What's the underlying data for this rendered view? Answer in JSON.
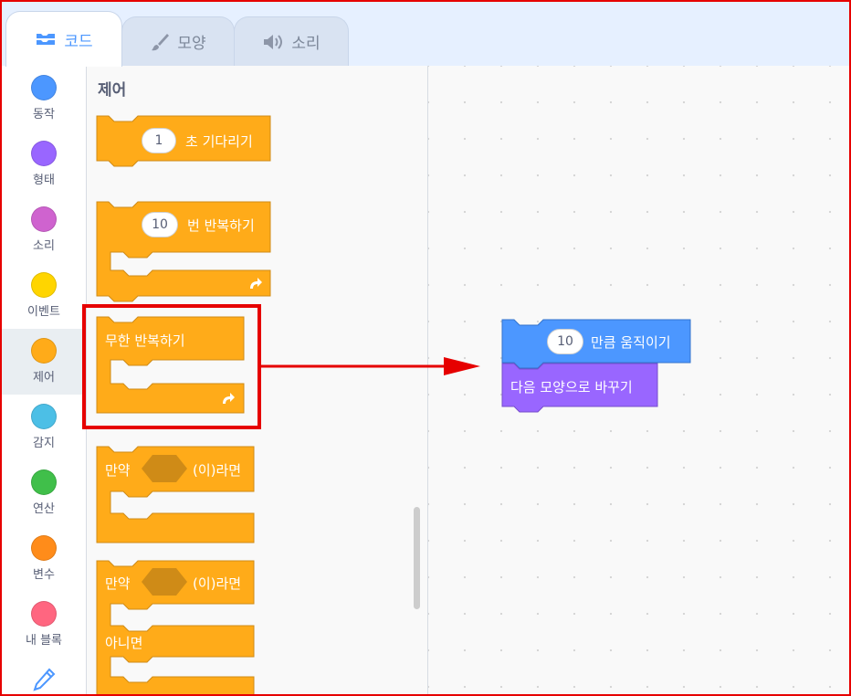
{
  "tabs": [
    {
      "label": "코드",
      "icon": "code-icon",
      "active": true
    },
    {
      "label": "모양",
      "icon": "brush-icon",
      "active": false
    },
    {
      "label": "소리",
      "icon": "speaker-icon",
      "active": false
    }
  ],
  "categories": [
    {
      "label": "동작",
      "color": "#4c97ff"
    },
    {
      "label": "형태",
      "color": "#9966ff"
    },
    {
      "label": "소리",
      "color": "#cf63cf"
    },
    {
      "label": "이벤트",
      "color": "#ffd500"
    },
    {
      "label": "제어",
      "color": "#ffab19",
      "active": true
    },
    {
      "label": "감지",
      "color": "#4cbfe6"
    },
    {
      "label": "연산",
      "color": "#40bf4a"
    },
    {
      "label": "변수",
      "color": "#ff8c1a"
    },
    {
      "label": "내 블록",
      "color": "#ff6680"
    }
  ],
  "palette": {
    "title": "제어",
    "wait": {
      "value": "1",
      "label": "초 기다리기"
    },
    "repeat": {
      "value": "10",
      "label": "번 반복하기"
    },
    "forever": {
      "label": "무한 반복하기"
    },
    "if": {
      "label_pre": "만약",
      "label_post": "(이)라면"
    },
    "ifelse": {
      "label_pre": "만약",
      "label_post": "(이)라면",
      "else_label": "아니면"
    }
  },
  "workspace": {
    "move": {
      "value": "10",
      "label": "만큼 움직이기"
    },
    "next_costume": {
      "label": "다음 모양으로 바꾸기"
    }
  },
  "colors": {
    "control": "#ffab19",
    "control_border": "#cf8b17",
    "motion": "#4c97ff",
    "looks": "#9966ff",
    "highlight": "#e60000"
  }
}
